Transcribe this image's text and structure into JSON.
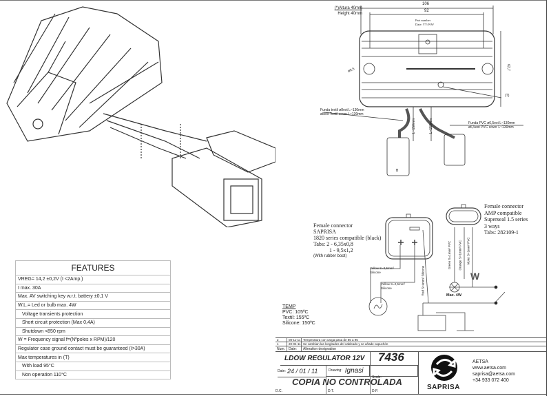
{
  "dimensions": {
    "height_note_es": "(*)Altura 40mm",
    "height_note_en": "Height 40mm",
    "width_outer": "106",
    "width_inner": "92",
    "height_dim": "62,7",
    "hole_dia": "ø8,5",
    "part_number": "Part number",
    "date_code": "Date: YY/WW",
    "temp_point": "(T)",
    "cable_left_1": "Funda textil ø8ext L~130mm",
    "cable_left_2": "ø8ext Textil cover L~130mm",
    "cable_right_1": "Funda PVC ø6,5ext L~130mm",
    "cable_right_2": "ø6,5ext PVC cover L~130mm",
    "length_1": "L~150mm",
    "length_2": "L~150mm",
    "connector_b": "B"
  },
  "connector_saprisa": {
    "title": "Female connector",
    "brand": "SAPRISA",
    "series": "1820 series compatible (black)",
    "tabs_1": "Tabs: 2 - 6,35x0,8",
    "tabs_2": "1 - 9,5x1,2",
    "boot": "(With rubber boot)"
  },
  "connector_amp": {
    "title": "Female connector",
    "brand": "AMP compatible",
    "series": "Superseal 1.5 series",
    "ways": "3 ways",
    "tabs": "Tabs: 282109-1"
  },
  "wires": {
    "yellow_1": "Yellow S=2,5mm²",
    "silicone_1": "Silicone",
    "yellow_2": "Yellow S=2,5mm²",
    "silicone_2": "Silicone",
    "red": "Red S=4mm² Silicone",
    "green": "Green S=1mm² PVC",
    "orange": "Orange S=1mm² PVC",
    "violet": "Violet S=1mm² PVC",
    "w": "W",
    "lamp": "Max. 4W"
  },
  "temp": {
    "title": "TEMP",
    "pvc": "PVC: 105ºC",
    "textil": "Textil: 155ºC",
    "silicone": "Silicone: 150ºC"
  },
  "features": {
    "title": "FEATURES",
    "rows": [
      {
        "text": "VREG= 14,2 ±0,2V (I <2Amp.)",
        "indent": false
      },
      {
        "text": "I max. 30A",
        "indent": false
      },
      {
        "text": "Max. AV switching key w.r.t. battery  ±0,1 V",
        "indent": false
      },
      {
        "text": "W.L.= Led or bulb max. 4W",
        "indent": false
      },
      {
        "text": "Voltage transients protection",
        "indent": true
      },
      {
        "text": "Short circuit protection (Max 0,4A)",
        "indent": true
      },
      {
        "text": "Shutdown <850 rpm",
        "indent": true
      },
      {
        "text": "W = Frequency signal f=(Nºpoles x RPM)/120",
        "indent": false
      },
      {
        "text": "Regulator case ground contact must be guaranteed (I>30A)",
        "indent": false
      },
      {
        "text": "Max temperatures in (T)",
        "indent": false
      },
      {
        "text": "With load 95°C",
        "indent": true
      },
      {
        "text": "Non operation 110°C",
        "indent": true
      }
    ]
  },
  "revisions": {
    "rows": [
      {
        "num": "2",
        "date": "08-11-11",
        "desc": "Temperatura con carga pasa de 85 a 95"
      },
      {
        "num": "1",
        "date": "20-04-11",
        "desc": "Se cambian las longitudes del cableado y se añade capuchón"
      }
    ],
    "head_num": "Num.",
    "head_date": "Date:",
    "head_desc": "Alteration designation"
  },
  "title_block": {
    "name": "LDOW REGULATOR 12V",
    "number": "7436",
    "date_label": "Date:",
    "date": "24 / 01 / 11",
    "drawing_label": "Drawing:",
    "drawing": "Ignasi",
    "scale_label": "Scale:",
    "stamp": "COPIA NO CONTROLADA",
    "dc": "D.C.",
    "dt": "D.T.",
    "dp": "D.P.",
    "logo_text": "SAPRISA",
    "company": "AETSA",
    "web": "www.aetsa.com",
    "email": "saprisa@aetsa.com",
    "phone": "+34 933 072 400"
  }
}
